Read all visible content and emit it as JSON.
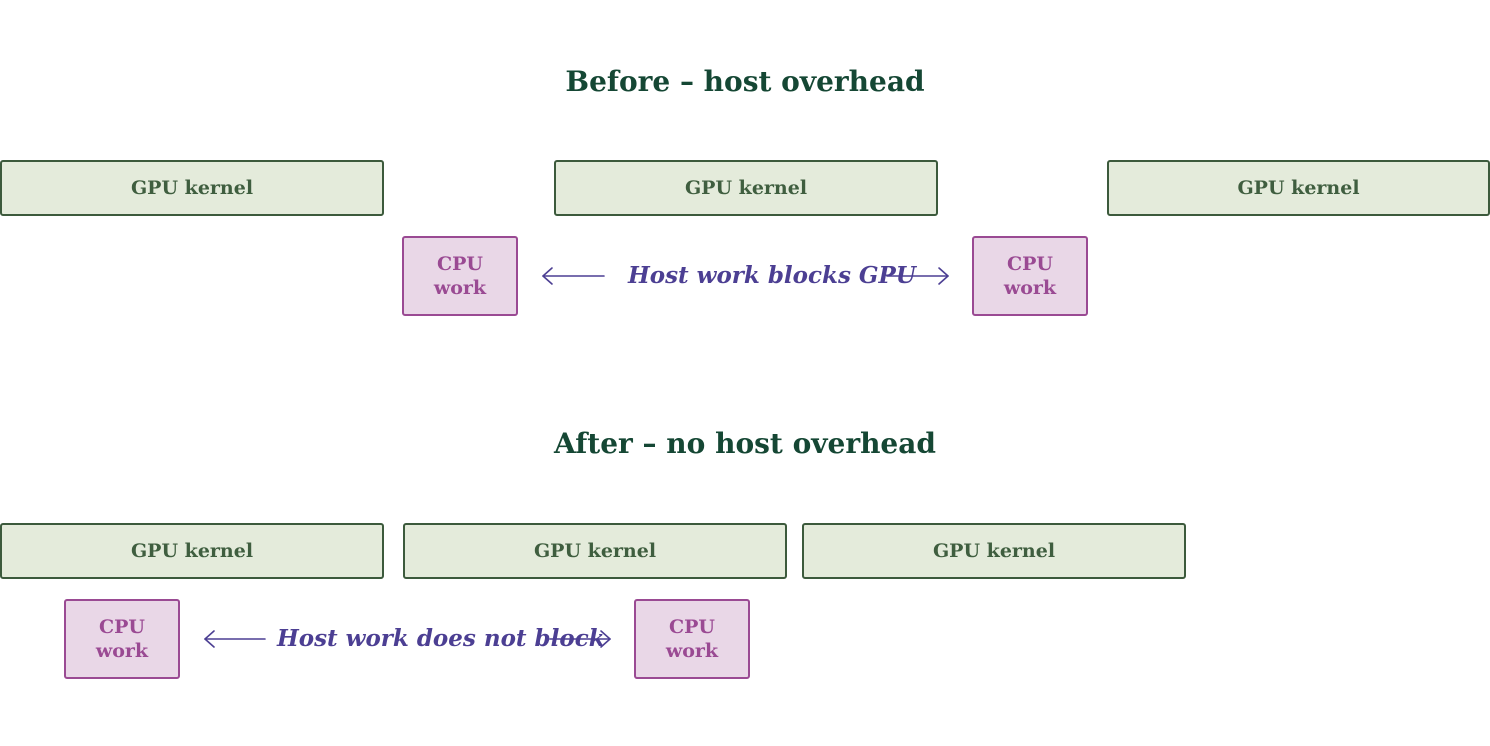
{
  "before": {
    "title": "Before – host overhead",
    "gpu_label": "GPU kernel",
    "cpu_label_line1": "CPU",
    "cpu_label_line2": "work",
    "note": "Host work blocks GPU"
  },
  "after": {
    "title": "After – no host overhead",
    "gpu_label": "GPU kernel",
    "cpu_label_line1": "CPU",
    "cpu_label_line2": "work",
    "note": "Host work does not block"
  },
  "colors": {
    "title": "#154734",
    "gpu_fill": "#e4ebdb",
    "gpu_border": "#3c5a3c",
    "cpu_fill": "#e9d7e7",
    "cpu_border": "#9a4a93",
    "annotation": "#4c3f93"
  }
}
